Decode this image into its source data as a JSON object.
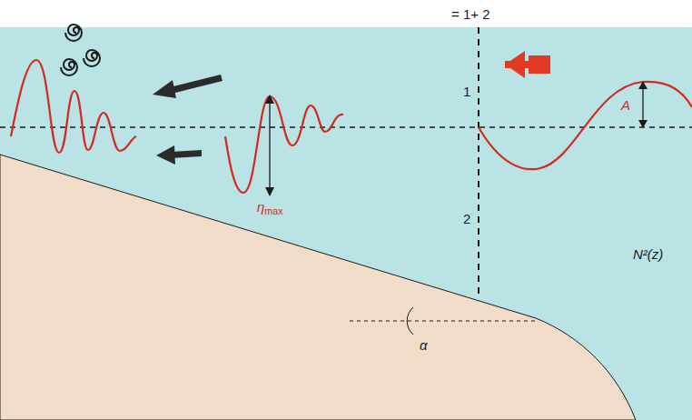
{
  "diagram": {
    "labels": [
      "= 1+ 2",
      "1",
      "2",
      "A",
      "ηmax",
      "α",
      "N²(z)"
    ]
  }
}
